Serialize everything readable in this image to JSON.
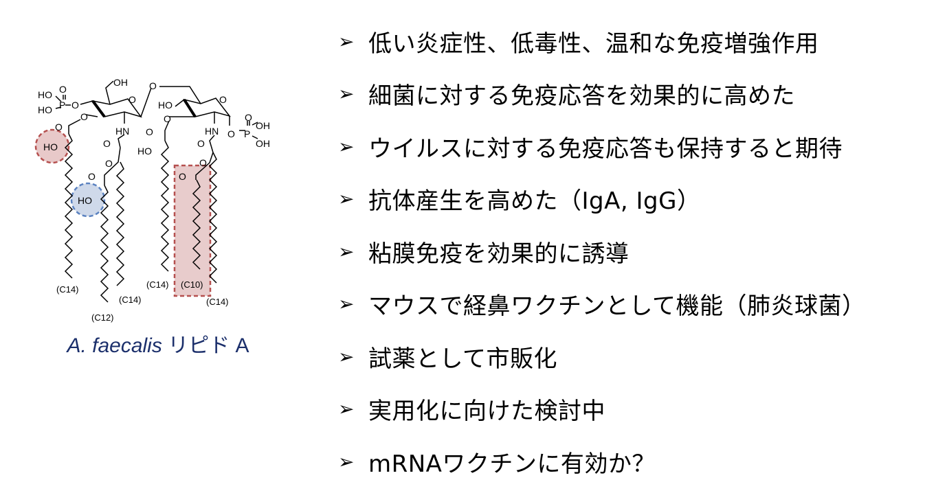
{
  "structure": {
    "labels": {
      "p1_ho_a": "HO",
      "p1_o": "O",
      "p1_ho_b": "HO",
      "p1_p": "P",
      "oh_top": "OH",
      "ring_o1": "O",
      "bridge_o": "O",
      "ring_o2": "O",
      "ho_ring2": "HO",
      "p2_o": "O",
      "p2_p": "P",
      "p2_oh_a": "OH",
      "p2_oh_b": "OH",
      "hn1": "HN",
      "hn2": "HN",
      "ho_red": "HO",
      "ho_blue": "HO",
      "ho_mid": "HO",
      "c14_a": "(C14)",
      "c12": "(C12)",
      "c14_b": "(C14)",
      "c14_c": "(C14)",
      "c10": "(C10)",
      "c14_d": "(C14)"
    },
    "highlight_colors": {
      "red_fill": "#e8c9c9",
      "red_stroke": "#b5504f",
      "blue_fill": "#cfd9ea",
      "blue_stroke": "#5b82c0"
    }
  },
  "caption": {
    "species": "A. faecalis",
    "rest": " リピド A"
  },
  "bullets": [
    "低い炎症性、低毒性、温和な免疫増強作用",
    "細菌に対する免疫応答を効果的に高めた",
    "ウイルスに対する免疫応答も保持すると期待",
    "抗体産生を高めた（IgA, IgG）",
    "粘膜免疫を効果的に誘導",
    "マウスで経鼻ワクチンとして機能（肺炎球菌）",
    "試薬として市販化",
    "実用化に向けた検討中",
    "mRNAワクチンに有効か？"
  ],
  "bullet_marker": "➢"
}
